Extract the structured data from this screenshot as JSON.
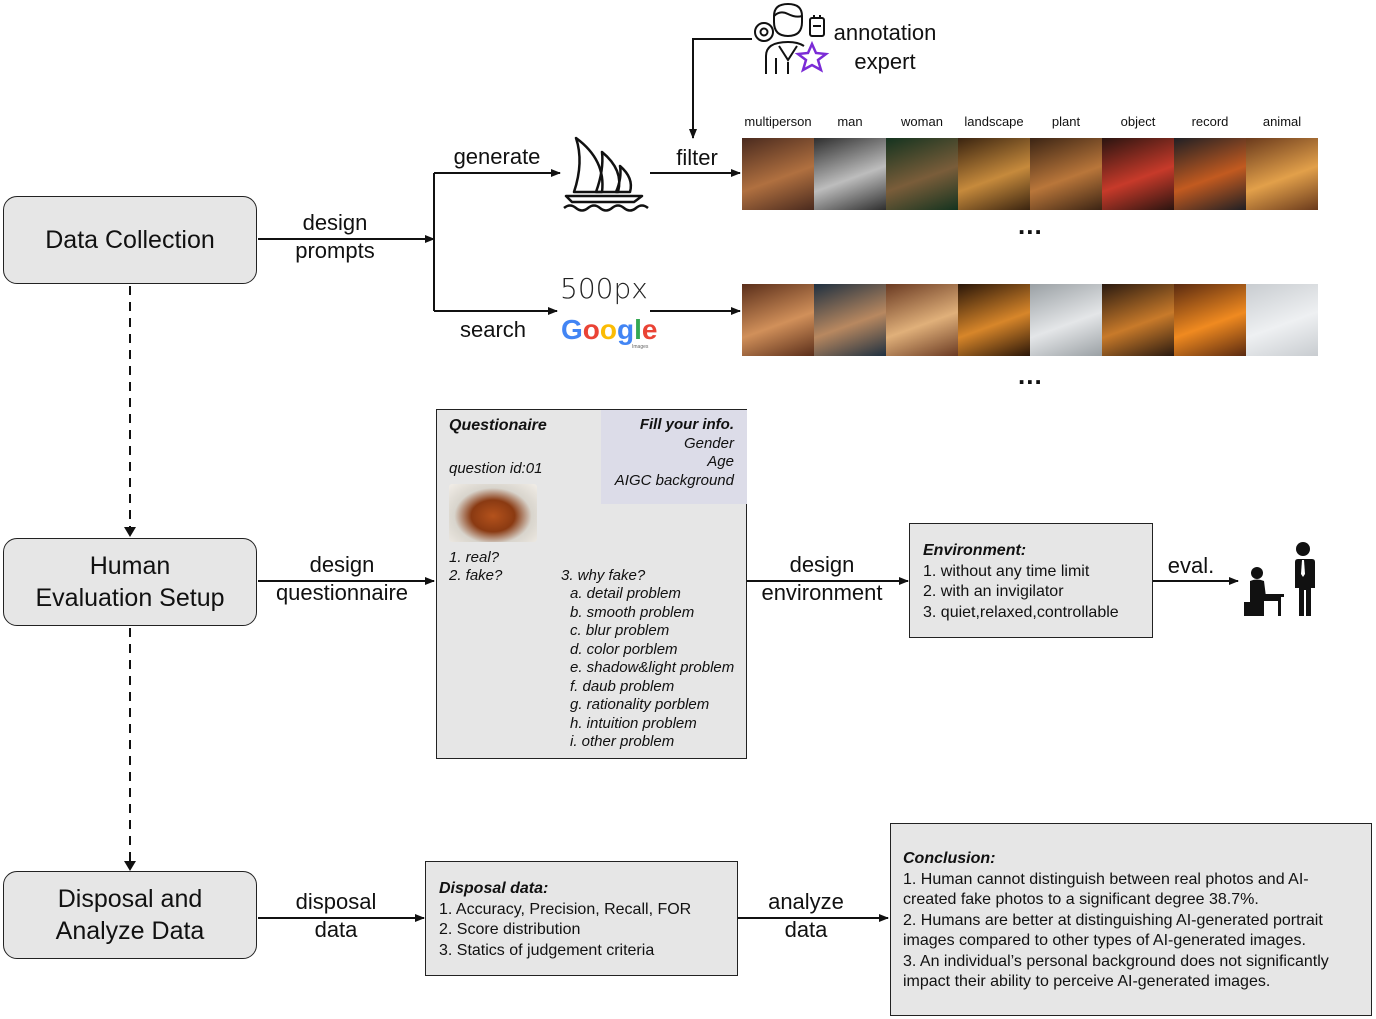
{
  "stages": {
    "collection": "Data Collection",
    "setup_line1": "Human",
    "setup_line2": "Evaluation Setup",
    "disposal_line1": "Disposal and",
    "disposal_line2": "Analyze Data"
  },
  "edges": {
    "design_prompts_1": "design",
    "design_prompts_2": "prompts",
    "generate": "generate",
    "search": "search",
    "filter": "filter",
    "design_q_1": "design",
    "design_q_2": "questionnaire",
    "design_env_1": "design",
    "design_env_2": "environment",
    "eval": "eval.",
    "disposal_1": "disposal",
    "disposal_2": "data",
    "analyze_1": "analyze",
    "analyze_2": "data"
  },
  "annotator": {
    "line1": "annotation",
    "line2": "expert"
  },
  "sources": {
    "site500": "500px",
    "google": "Google",
    "google_sub": "Images"
  },
  "categories": [
    "multiperson",
    "man",
    "woman",
    "landscape",
    "plant",
    "object",
    "record",
    "animal"
  ],
  "ellipsis": "...",
  "tile_colors": {
    "generated": [
      [
        "#4a2a1e",
        "#b07040"
      ],
      [
        "#2e2e2e",
        "#bdbdbd"
      ],
      [
        "#14331f",
        "#7a5d3a"
      ],
      [
        "#3a2410",
        "#c68a3c"
      ],
      [
        "#3b2414",
        "#b9763a"
      ],
      [
        "#2a1410",
        "#c73a2a"
      ],
      [
        "#1f1f24",
        "#c25a20"
      ],
      [
        "#6a3a1c",
        "#e2a04a"
      ]
    ],
    "real": [
      [
        "#5a2e1a",
        "#d1905a"
      ],
      [
        "#1f3040",
        "#b88860"
      ],
      [
        "#6a3a22",
        "#e0b07a"
      ],
      [
        "#2a1608",
        "#d7862a"
      ],
      [
        "#9aa0a4",
        "#e4e6e8"
      ],
      [
        "#2a1a10",
        "#c87a2a"
      ],
      [
        "#5a2a10",
        "#f08a20"
      ],
      [
        "#c8ccd0",
        "#eef0f2"
      ]
    ]
  },
  "questionnaire": {
    "title": "Questionaire",
    "fill_title": "Fill your info.",
    "fill_items": [
      "Gender",
      "Age",
      "AIGC background"
    ],
    "question_id": "question id:01",
    "q1": "1. real?",
    "q2": "2. fake?",
    "q3": "3. why fake?",
    "reasons": [
      "a. detail problem",
      "b. smooth problem",
      "c. blur problem",
      "d. color porblem",
      "e. shadow&light problem",
      "f. daub problem",
      "g. rationality porblem",
      "h. intuition problem",
      "i. other problem"
    ]
  },
  "environment": {
    "title": "Environment:",
    "items": [
      "1. without any time limit",
      "2. with an invigilator",
      "3. quiet,relaxed,controllable"
    ]
  },
  "disposal_box": {
    "title": "Disposal data:",
    "items": [
      "1. Accuracy, Precision, Recall, FOR",
      "2. Score distribution",
      "3. Statics of judgement criteria"
    ]
  },
  "conclusion": {
    "title": "Conclusion:",
    "lines": [
      "1. Human cannot distinguish between real photos and AI-",
      "created fake photos to a significant degree 38.7%.",
      "2. Humans are better at distinguishing AI-generated portrait",
      "images compared to other types of AI-generated images.",
      "3. An individual’s personal background does not significantly",
      "impact their ability to perceive AI-generated images."
    ]
  }
}
